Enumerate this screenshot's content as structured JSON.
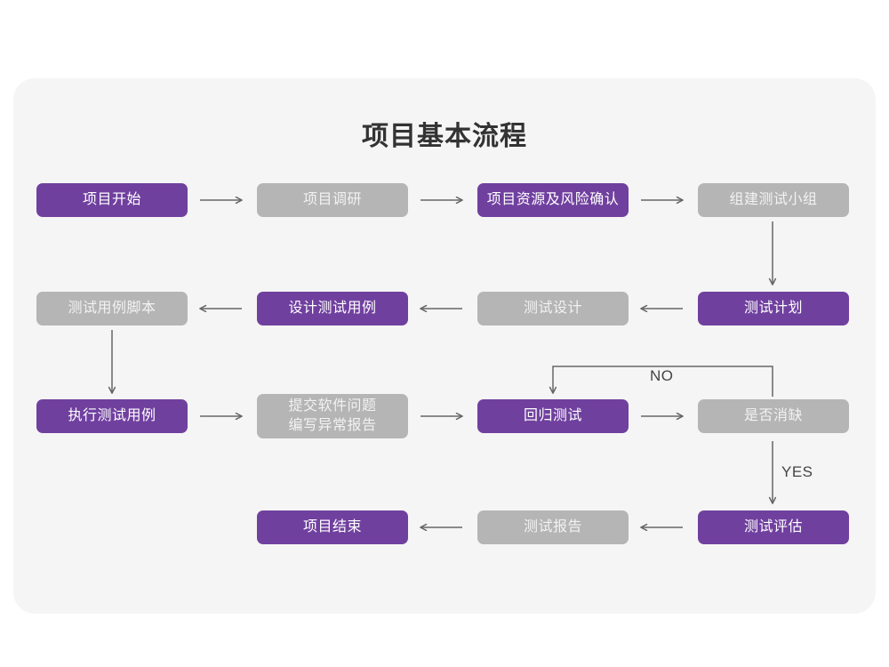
{
  "page": {
    "background_color": "#ffffff",
    "card_color": "#f5f5f5"
  },
  "chart_data": {
    "type": "diagram",
    "diagram_kind": "flowchart",
    "title": "项目基本流程",
    "colors": {
      "accent_purple": "#70409F",
      "muted_gray": "#b5b5b5",
      "connector": "#666666",
      "title_text": "#333333",
      "card_background": "#f5f5f5",
      "page_background": "#ffffff"
    },
    "nodes": [
      {
        "id": "n1",
        "label": "项目开始",
        "style": "purple",
        "row": 1,
        "col": 1
      },
      {
        "id": "n2",
        "label": "项目调研",
        "style": "gray",
        "row": 1,
        "col": 2
      },
      {
        "id": "n3",
        "label": "项目资源及风险确认",
        "style": "purple",
        "row": 1,
        "col": 3
      },
      {
        "id": "n4",
        "label": "组建测试小组",
        "style": "gray",
        "row": 1,
        "col": 4
      },
      {
        "id": "n5",
        "label": "测试用例脚本",
        "style": "gray",
        "row": 2,
        "col": 1
      },
      {
        "id": "n6",
        "label": "设计测试用例",
        "style": "purple",
        "row": 2,
        "col": 2
      },
      {
        "id": "n7",
        "label": "测试设计",
        "style": "gray",
        "row": 2,
        "col": 3
      },
      {
        "id": "n8",
        "label": "测试计划",
        "style": "purple",
        "row": 2,
        "col": 4
      },
      {
        "id": "n9",
        "label": "执行测试用例",
        "style": "purple",
        "row": 3,
        "col": 1
      },
      {
        "id": "n10",
        "label": "提交软件问题\n编写异常报告",
        "style": "gray",
        "row": 3,
        "col": 2
      },
      {
        "id": "n11",
        "label": "回归测试",
        "style": "purple",
        "row": 3,
        "col": 3
      },
      {
        "id": "n12",
        "label": "是否消缺",
        "style": "gray",
        "row": 3,
        "col": 4
      },
      {
        "id": "n13",
        "label": "项目结束",
        "style": "purple",
        "row": 4,
        "col": 2
      },
      {
        "id": "n14",
        "label": "测试报告",
        "style": "gray",
        "row": 4,
        "col": 3
      },
      {
        "id": "n15",
        "label": "测试评估",
        "style": "purple",
        "row": 4,
        "col": 4
      }
    ],
    "edges": [
      {
        "from": "n1",
        "to": "n2",
        "label": "",
        "direction": "right"
      },
      {
        "from": "n2",
        "to": "n3",
        "label": "",
        "direction": "right"
      },
      {
        "from": "n3",
        "to": "n4",
        "label": "",
        "direction": "right"
      },
      {
        "from": "n4",
        "to": "n8",
        "label": "",
        "direction": "down"
      },
      {
        "from": "n8",
        "to": "n7",
        "label": "",
        "direction": "left"
      },
      {
        "from": "n7",
        "to": "n6",
        "label": "",
        "direction": "left"
      },
      {
        "from": "n6",
        "to": "n5",
        "label": "",
        "direction": "left"
      },
      {
        "from": "n5",
        "to": "n9",
        "label": "",
        "direction": "down"
      },
      {
        "from": "n9",
        "to": "n10",
        "label": "",
        "direction": "right"
      },
      {
        "from": "n10",
        "to": "n11",
        "label": "",
        "direction": "right"
      },
      {
        "from": "n11",
        "to": "n12",
        "label": "",
        "direction": "right"
      },
      {
        "from": "n12",
        "to": "n11",
        "label": "NO",
        "direction": "loop-up-left"
      },
      {
        "from": "n12",
        "to": "n15",
        "label": "YES",
        "direction": "down"
      },
      {
        "from": "n15",
        "to": "n14",
        "label": "",
        "direction": "left"
      },
      {
        "from": "n14",
        "to": "n13",
        "label": "",
        "direction": "left"
      }
    ],
    "edge_labels": {
      "no": "NO",
      "yes": "YES"
    }
  }
}
